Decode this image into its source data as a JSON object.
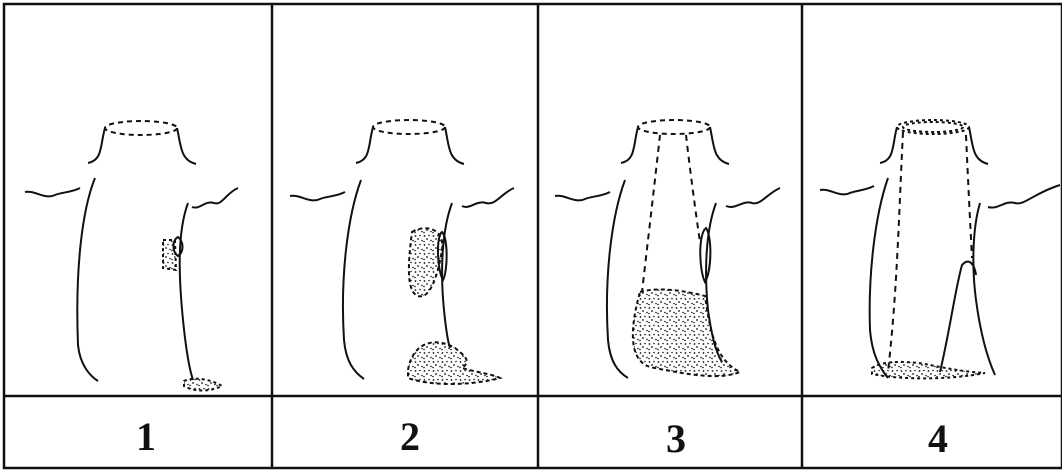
{
  "colors": {
    "ink": "#111111",
    "paper": "#ffffff"
  },
  "panels": [
    {
      "label": "1"
    },
    {
      "label": "2"
    },
    {
      "label": "3"
    },
    {
      "label": "4"
    }
  ]
}
